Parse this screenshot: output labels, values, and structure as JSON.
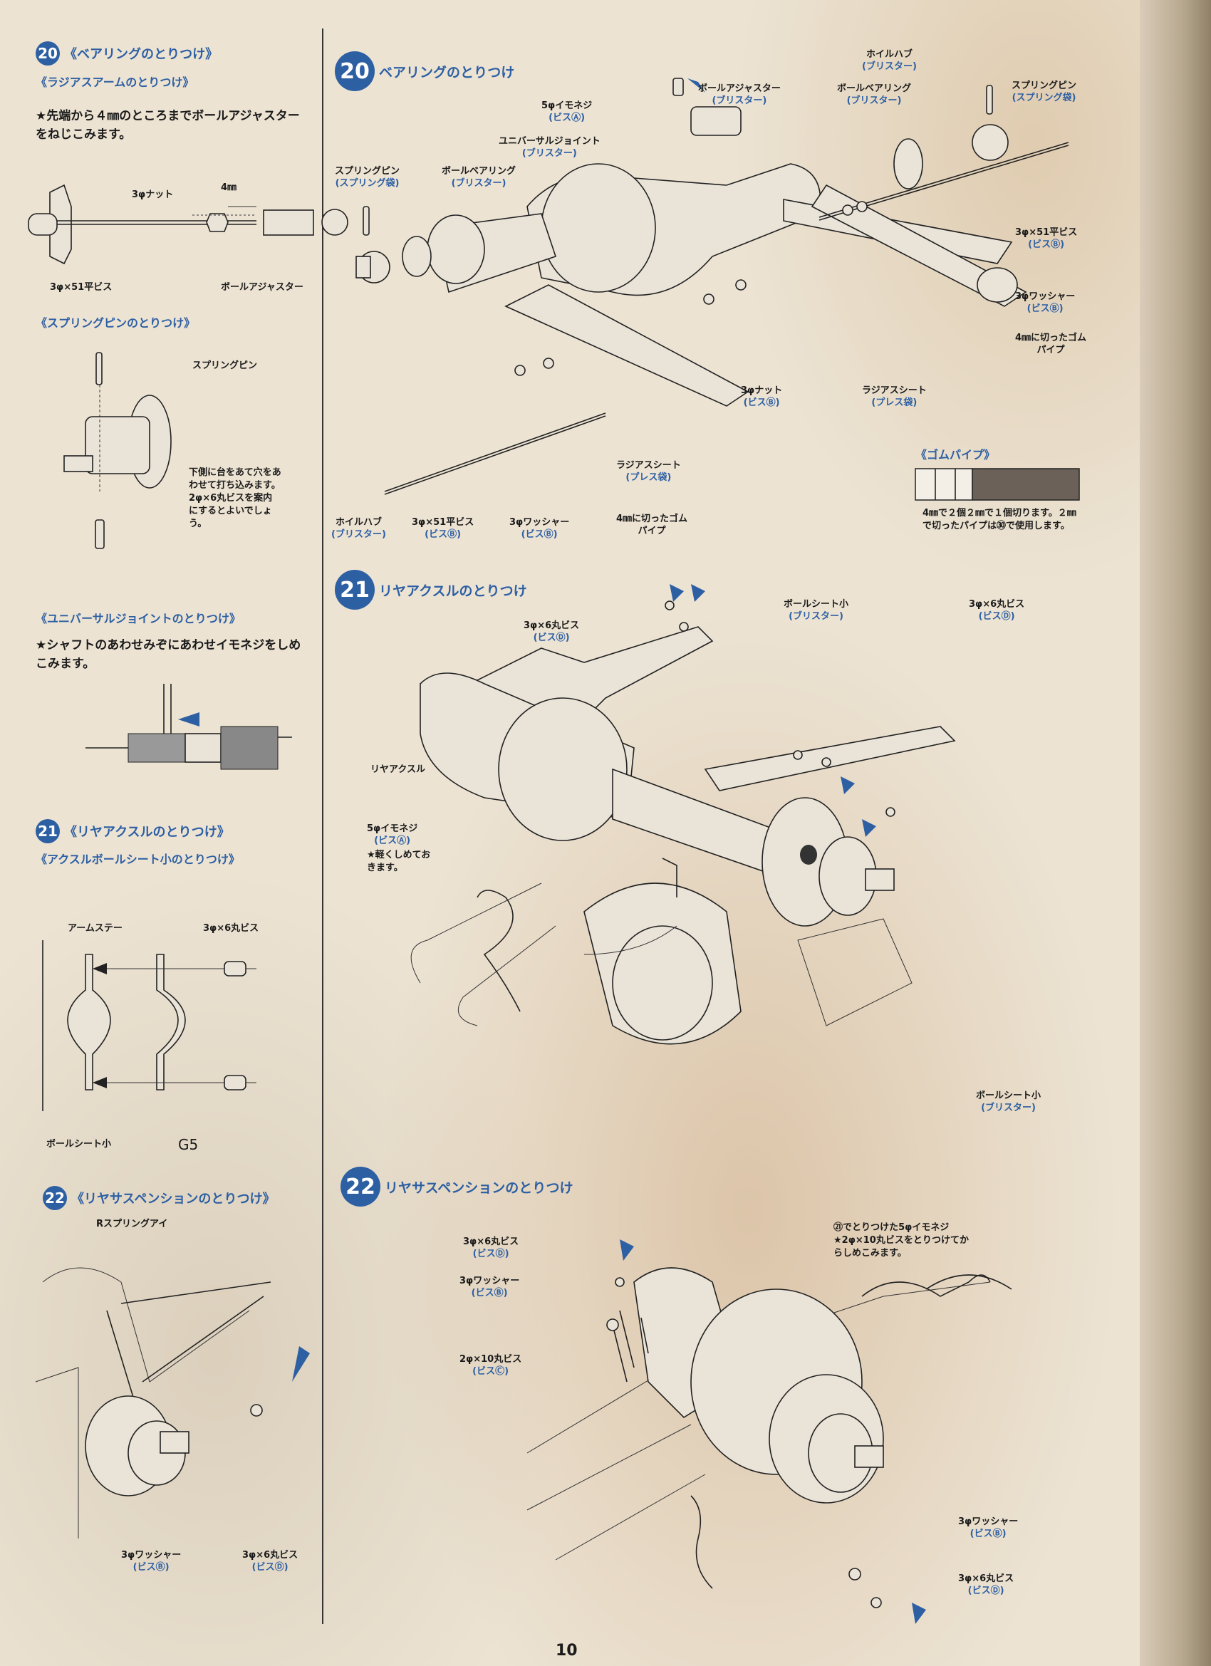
{
  "left": {
    "s20": {
      "num": "20",
      "title": "《ベアリングのとりつけ》",
      "sub1": "《ラジアスアームのとりつけ》",
      "note": "★先端から４㎜のところまでボールアジャスターをねじこみます。",
      "labels": {
        "nut": "3φナット",
        "dim": "4㎜",
        "screw": "3φ×51平ビス",
        "adjuster": "ボールアジャスター"
      },
      "sub2": "《スプリングピンのとりつけ》",
      "pin_label": "スプリングピン",
      "pin_note": "下側に台をあて穴をあわせて打ち込みます。2φ×6丸ビスを案内にするとよいでしょう。"
    },
    "uj": {
      "title": "《ユニバーサルジョイントのとりつけ》",
      "note": "★シャフトのあわせみぞにあわせイモネジをしめこみます。"
    },
    "s21": {
      "num": "21",
      "title": "《リヤアクスルのとりつけ》",
      "sub": "《アクスルボールシート小のとりつけ》",
      "labels": {
        "stay": "アームステー",
        "screw": "3φ×6丸ビス",
        "seat": "ボールシート小",
        "g5": "G5"
      }
    },
    "s22": {
      "num": "22",
      "title": "《リヤサスペンションのとりつけ》",
      "labels": {
        "spring": "Rスプリングアイ",
        "washer": "3φワッシャー",
        "washer_bag": "(ビスⒷ)",
        "screw": "3φ×6丸ビス",
        "screw_bag": "(ビスⒹ)"
      }
    }
  },
  "right": {
    "s20": {
      "num": "20",
      "title": "ベアリングのとりつけ",
      "labels": {
        "hub_top": "ホイルハブ",
        "hub_top_b": "(ブリスター)",
        "springpin_r": "スプリングピン",
        "springpin_r_b": "(スプリング袋)",
        "adjuster": "ボールアジャスター",
        "adjuster_b": "(ブリスター)",
        "bearing_top": "ボールベアリング",
        "bearing_top_b": "(ブリスター)",
        "imoneji": "5φイモネジ",
        "imoneji_b": "(ビスⒶ)",
        "uj": "ユニバーサルジョイント",
        "uj_b": "(ブリスター)",
        "springpin_l": "スプリングピン",
        "springpin_l_b": "(スプリング袋)",
        "bearing_l": "ボールベアリング",
        "bearing_l_b": "(ブリスター)",
        "screw51_r": "3φ×51平ビス",
        "screw51_r_b": "(ビスⒷ)",
        "washer_r": "3φワッシャー",
        "washer_r_b": "(ビスⒷ)",
        "pipe_r": "4㎜に切ったゴムパイプ",
        "nut": "3φナット",
        "nut_b": "(ビスⒷ)",
        "radius_r": "ラジアスシート",
        "radius_r_b": "(プレス袋)",
        "radius_l": "ラジアスシート",
        "radius_l_b": "(プレス袋)",
        "hub_l": "ホイルハブ",
        "hub_l_b": "(ブリスター)",
        "screw51_l": "3φ×51平ビス",
        "screw51_l_b": "(ビスⒷ)",
        "washer_l": "3φワッシャー",
        "washer_l_b": "(ビスⒷ)",
        "pipe_l": "4㎜に切ったゴムパイプ"
      },
      "gom_title": "《ゴムパイプ》",
      "gom_note": "4㎜で２個２㎜で１個切ります。２㎜で切ったパイプは㉚で使用します。"
    },
    "s21": {
      "num": "21",
      "title": "リヤアクスルのとりつけ",
      "labels": {
        "screw_l": "3φ×6丸ビス",
        "screw_l_b": "(ビスⒹ)",
        "seat_top": "ボールシート小",
        "seat_top_b": "(ブリスター)",
        "screw_r": "3φ×6丸ビス",
        "screw_r_b": "(ビスⒹ)",
        "axle": "リヤアクスル",
        "imoneji": "5φイモネジ",
        "imoneji_b": "(ビスⒶ)",
        "imoneji_note": "★軽くしめておきます。",
        "seat_bot": "ボールシート小",
        "seat_bot_b": "(ブリスター)"
      }
    },
    "s22": {
      "num": "22",
      "title": "リヤサスペンションのとりつけ",
      "labels": {
        "screw6": "3φ×6丸ビス",
        "screw6_b": "(ビスⒹ)",
        "washer": "3φワッシャー",
        "washer_b": "(ビスⒷ)",
        "screw10": "2φ×10丸ビス",
        "screw10_b": "(ビスⒸ)",
        "note": "㉑でとりつけた5φイモネジ★2φ×10丸ビスをとりつけてからしめこみます。",
        "washer_br": "3φワッシャー",
        "washer_br_b": "(ビスⒷ)",
        "screw_br": "3φ×6丸ビス",
        "screw_br_b": "(ビスⒹ)"
      }
    }
  },
  "page_number": "10"
}
